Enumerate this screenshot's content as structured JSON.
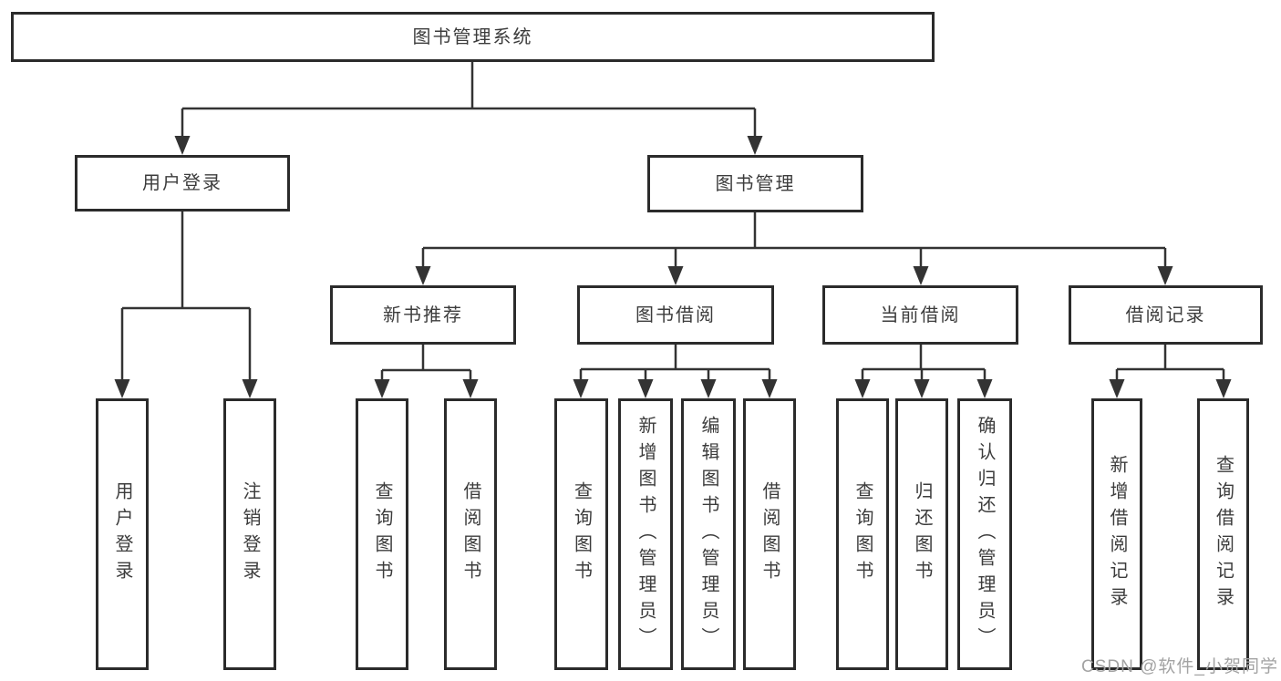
{
  "diagram": {
    "root": {
      "label": "图书管理系统"
    },
    "branches": [
      {
        "label": "用户登录",
        "children": [
          {
            "label": "用户登录"
          },
          {
            "label": "注销登录"
          }
        ]
      },
      {
        "label": "图书管理",
        "children": [
          {
            "label": "新书推荐",
            "children": [
              {
                "label": "查询图书"
              },
              {
                "label": "借阅图书"
              }
            ]
          },
          {
            "label": "图书借阅",
            "children": [
              {
                "label": "查询图书"
              },
              {
                "label": "新增图书（管理员）"
              },
              {
                "label": "编辑图书（管理员）"
              },
              {
                "label": "借阅图书"
              }
            ]
          },
          {
            "label": "当前借阅",
            "children": [
              {
                "label": "查询图书"
              },
              {
                "label": "归还图书"
              },
              {
                "label": "确认归还（管理员）"
              }
            ]
          },
          {
            "label": "借阅记录",
            "children": [
              {
                "label": "新增借阅记录"
              },
              {
                "label": "查询借阅记录"
              }
            ]
          }
        ]
      }
    ]
  },
  "watermark": {
    "text": "CSDN @软件_小贺同学"
  },
  "colors": {
    "line": "#333333",
    "box_border": "#2b2b2b",
    "text": "#3c3c3c",
    "watermark_text": "#a3a3a3",
    "background": "#ffffff"
  }
}
